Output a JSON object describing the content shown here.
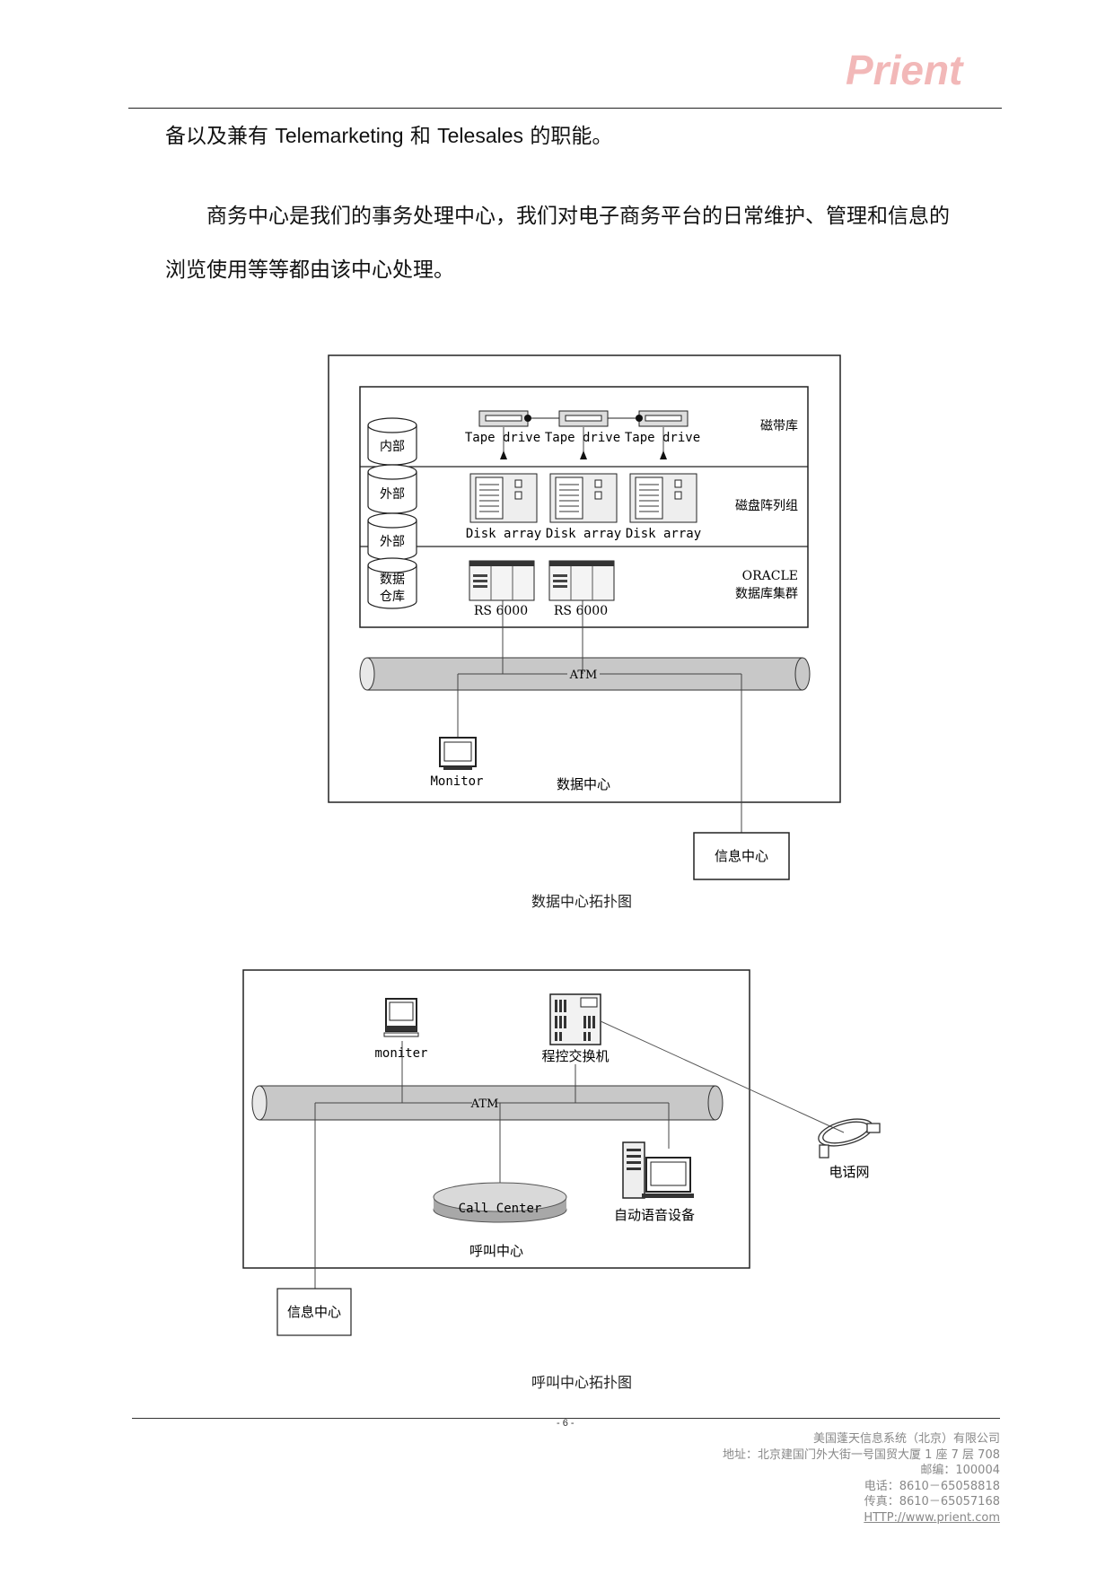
{
  "header": {
    "logo_text": "Prient"
  },
  "body": {
    "line1_a": "备以及兼有",
    "line1_b": "Telemarketing",
    "line1_c": "和",
    "line1_d": "Telesales",
    "line1_e": "的职能。",
    "line2": "商务中心是我们的事务处理中心，我们对电子商务平台的日常维护、管理和信息的",
    "line3": "浏览使用等等都由该中心处理。"
  },
  "diagram1": {
    "db_items": [
      "内部",
      "外部",
      "外部",
      "数据",
      "仓库"
    ],
    "tape_label": "Tape drive",
    "disk_label": "Disk array",
    "server_label": "RS 6000",
    "row_labels": [
      "磁带库",
      "磁盘阵列组",
      "ORACLE",
      "数据库集群"
    ],
    "atm_label": "ATM",
    "monitor_label": "Monitor",
    "center_label": "数据中心",
    "info_center_label": "信息中心",
    "caption": "数据中心拓扑图"
  },
  "diagram2": {
    "monitor_label": "moniter",
    "switch_label": "程控交换机",
    "atm_label": "ATM",
    "call_center_label": "Call Center",
    "auto_voice_label": "自动语音设备",
    "center_label": "呼叫中心",
    "phone_net_label": "电话网",
    "info_center_label": "信息中心",
    "caption": "呼叫中心拓扑图"
  },
  "footer": {
    "page_number": "- 6 -",
    "company": "美国蓬天信息系统（北京）有限公司",
    "address": "地址：北京建国门外大街一号国贸大厦 1 座 7 层 708",
    "postcode": "邮编：100004",
    "phone": "电话：8610－65058818",
    "fax": "传真：8610－65057168",
    "url": "HTTP://www.prient.com"
  },
  "colors": {
    "logo": "#f2b8b8",
    "pipe": "#c8c8c8",
    "line": "#555555"
  }
}
